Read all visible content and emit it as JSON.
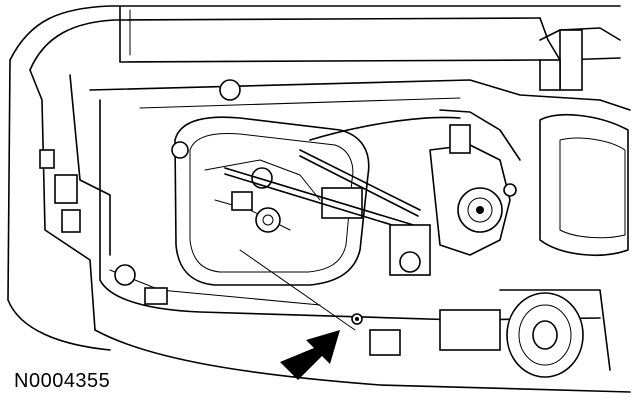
{
  "figure": {
    "id_label": "N0004355",
    "subject": "inner-door-panel-window-regulator",
    "callout_arrow": "arrow-pointing-up-right"
  }
}
